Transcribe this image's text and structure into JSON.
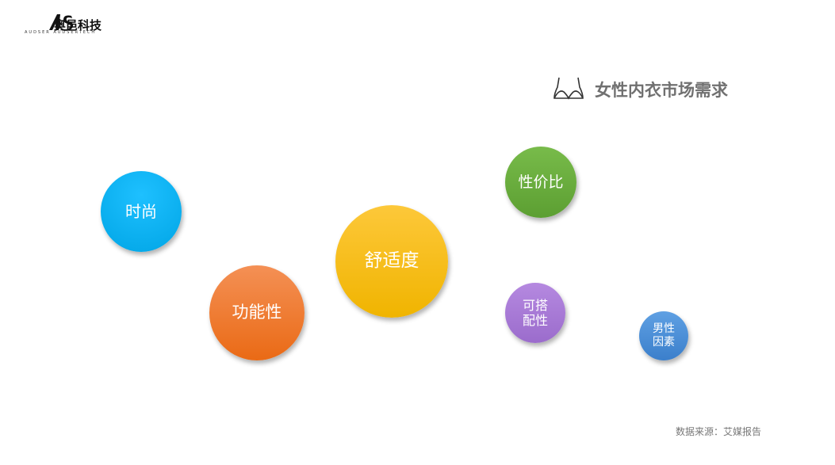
{
  "logo": {
    "brand": "奥邑科技",
    "subtitle": "AUDSER AUDSERTECH"
  },
  "title": "女性内衣市场需求",
  "title_icon": "bra-icon",
  "bubbles": [
    {
      "label": "时尚",
      "color": "#00aeef"
    },
    {
      "label": "功能性",
      "color": "#f07a30"
    },
    {
      "label": "舒适度",
      "color": "#fcc010"
    },
    {
      "label": "性价比",
      "color": "#6aaf3c"
    },
    {
      "label": "可搭\n配性",
      "color": "#a97ad6"
    },
    {
      "label": "男性\n因素",
      "color": "#4a90d9"
    }
  ],
  "source": "数据来源：艾媒报告"
}
